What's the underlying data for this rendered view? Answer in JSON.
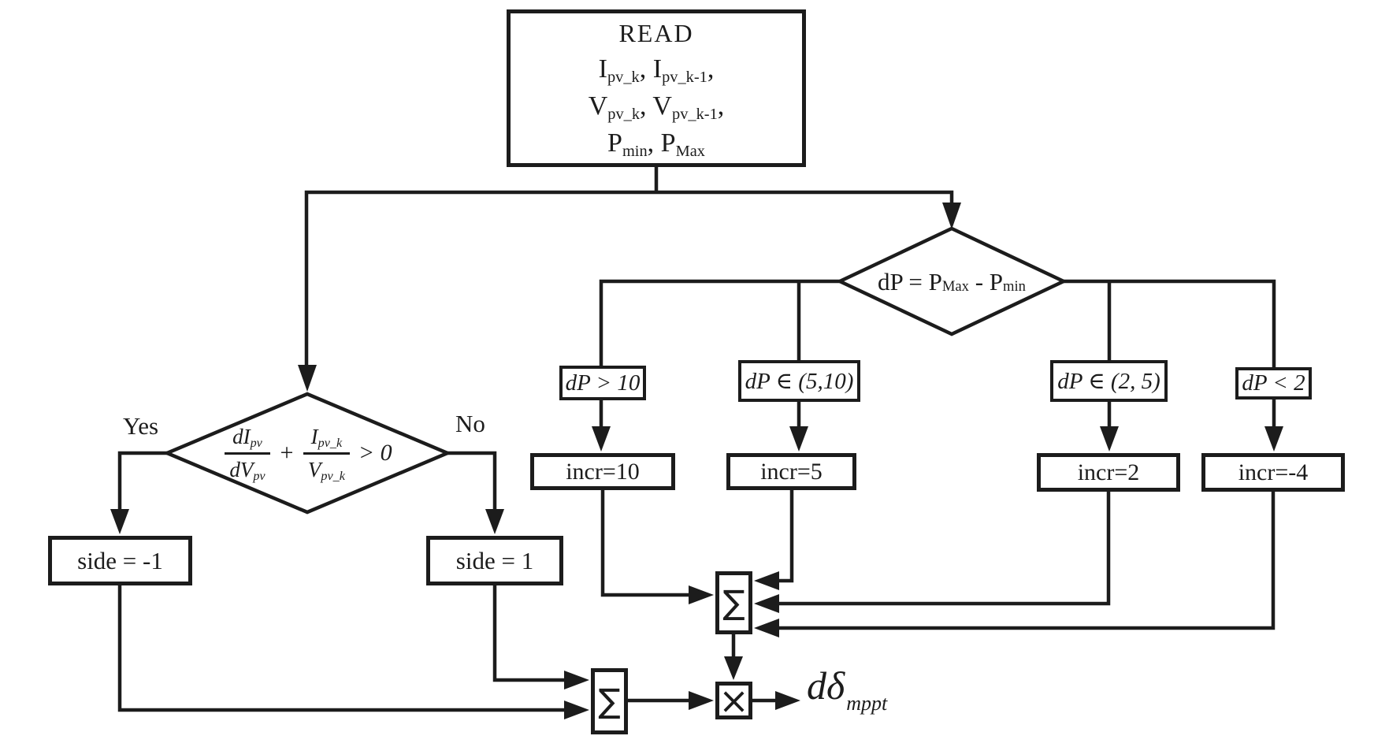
{
  "colors": {
    "ink": "#1c1c1c",
    "background": "#ffffff"
  },
  "read_box": {
    "title": "READ",
    "row1": {
      "m1": "I",
      "s1": "pv_k",
      "m2": ", I",
      "s2": "pv_k-1",
      "tail": ","
    },
    "row2": {
      "m1": "V",
      "s1": "pv_k",
      "m2": ", V",
      "s2": "pv_k-1",
      "tail": ","
    },
    "row3": {
      "m1": "P",
      "s1": "min",
      "m2": ", P",
      "s2": "Max"
    }
  },
  "dp_decision": {
    "m1": "dP = P",
    "s1": "Max",
    "m2": " - P",
    "s2": "min"
  },
  "slope_decision": {
    "frac1": {
      "num": "dI",
      "num_sub": "pv",
      "den": "dV",
      "den_sub": "pv"
    },
    "plus": "+",
    "frac2": {
      "num": "I",
      "num_sub": "pv_k",
      "den": "V",
      "den_sub": "pv_k"
    },
    "tail": "> 0"
  },
  "branch_labels": {
    "yes": "Yes",
    "no": "No"
  },
  "conditions": [
    {
      "label": "dP > 10"
    },
    {
      "label": "dP ∈ (5,10)"
    },
    {
      "label": "dP ∈ (2, 5)"
    },
    {
      "label": "dP < 2"
    }
  ],
  "increments": [
    {
      "label": "incr=10"
    },
    {
      "label": "incr=5"
    },
    {
      "label": "incr=2"
    },
    {
      "label": "incr=-4"
    }
  ],
  "sides": [
    {
      "label": "side = -1"
    },
    {
      "label": "side = 1"
    }
  ],
  "operators": {
    "sum": "∑",
    "multiply": "×"
  },
  "output": {
    "main": "dδ",
    "sub": "mppt"
  }
}
